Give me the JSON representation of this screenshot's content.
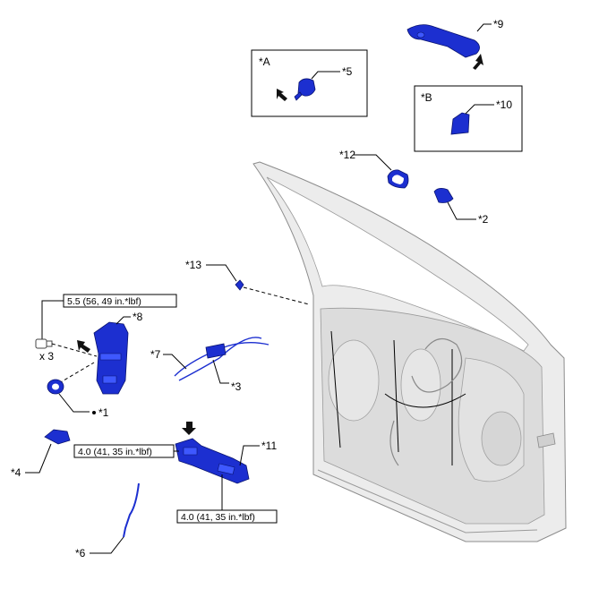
{
  "labels": {
    "p1": "*1",
    "p2": "*2",
    "p3": "*3",
    "p4": "*4",
    "p5": "*5",
    "p6": "*6",
    "p7": "*7",
    "p8": "*8",
    "p9": "*9",
    "p10": "*10",
    "p11": "*11",
    "p12": "*12",
    "p13": "*13",
    "viewA": "*A",
    "viewB": "*B",
    "qty": "x 3"
  },
  "torques": {
    "t1": "5.5 (56, 49 in.*lbf)",
    "t2": "4.0 (41, 35 in.*lbf)",
    "t3": "4.0 (41, 35 in.*lbf)"
  },
  "colors": {
    "part": "#1c2fd0",
    "door": "#ececec"
  }
}
